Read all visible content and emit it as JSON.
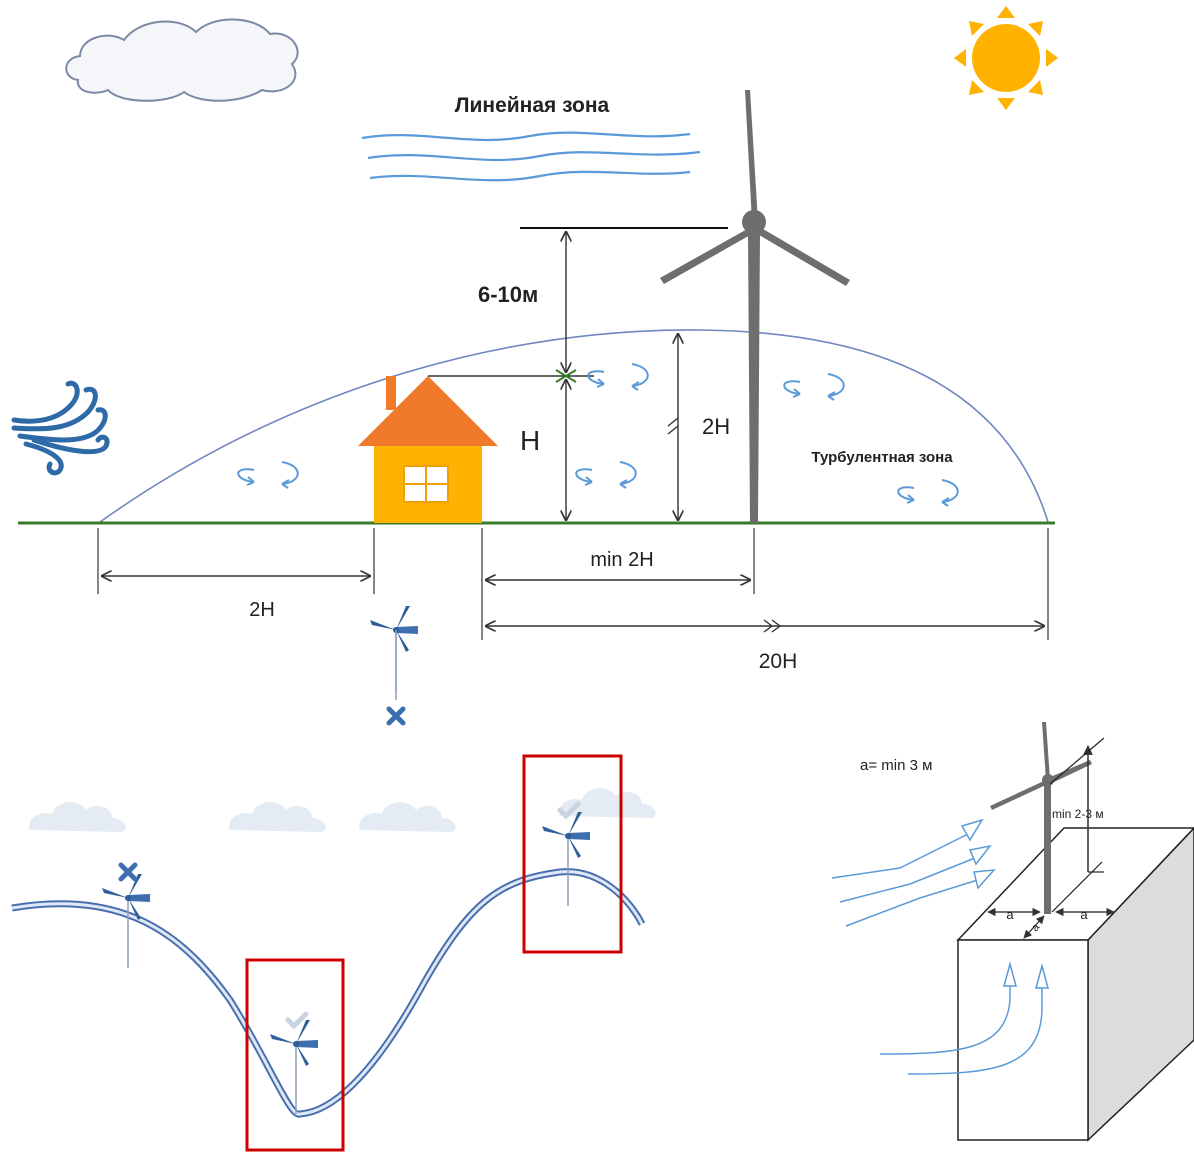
{
  "top_diagram": {
    "linear_zone": "Линейная зона",
    "height_offset": "6-10м",
    "house_height": "H",
    "canopy_height": "2H",
    "turbulent_zone": "Турбулентная зона",
    "upwind_distance": "2H",
    "min_distance": "min 2H",
    "total_distance": "20H"
  },
  "bottom_right": {
    "a_definition": "a= min 3 м",
    "mast_height": "min 2-3 м",
    "a_left": "a",
    "a_right": "a",
    "a_diag": "a"
  },
  "colors": {
    "ground": "#3a7a2a",
    "house_wall": "#ffb300",
    "roof": "#f07a2a",
    "hill": "#4a6fb0",
    "highlight_box": "#cc0000",
    "sun": "#ffb300",
    "tower": "#6e6e6e"
  },
  "icons": [
    "cloud-icon",
    "sun-icon",
    "wind-gust-icon",
    "wind-turbine-icon",
    "checkmark-icon",
    "cross-icon",
    "turbulence-swirl-icon"
  ]
}
